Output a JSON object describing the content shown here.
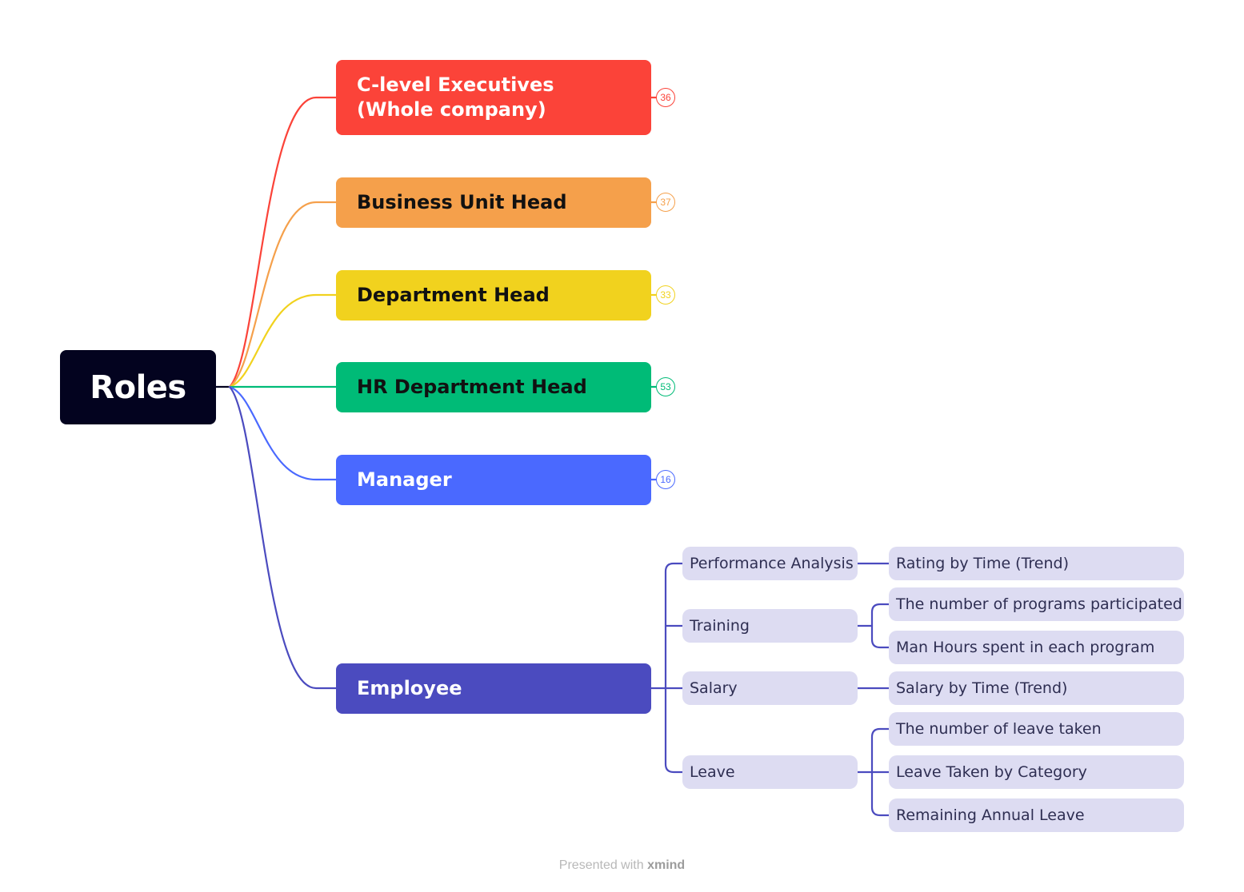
{
  "mindmap": {
    "root": {
      "label": "Roles",
      "color": "#03031f"
    },
    "branches": [
      {
        "label": "C-level Executives (Whole company)",
        "badge": "36",
        "color": "#fb4339",
        "text_color": "#ffffff"
      },
      {
        "label": "Business Unit Head",
        "badge": "37",
        "color": "#f5a04b",
        "text_color": "#111111"
      },
      {
        "label": "Department Head",
        "badge": "33",
        "color": "#f1d21e",
        "text_color": "#111111"
      },
      {
        "label": "HR Department Head",
        "badge": "53",
        "color": "#00bb77",
        "text_color": "#111111"
      },
      {
        "label": "Manager",
        "badge": "16",
        "color": "#4a69ff",
        "text_color": "#ffffff"
      },
      {
        "label": "Employee",
        "color": "#4b4bbf",
        "text_color": "#ffffff"
      }
    ],
    "employee": {
      "node_fill": "#dddcf2",
      "line_color": "#4b4bbf",
      "topics": [
        {
          "label": "Performance Analysis",
          "children": [
            "Rating by Time (Trend)"
          ]
        },
        {
          "label": "Training",
          "children": [
            "The number of programs participated",
            "Man Hours spent in each program"
          ]
        },
        {
          "label": "Salary",
          "children": [
            "Salary by Time (Trend)"
          ]
        },
        {
          "label": "Leave",
          "children": [
            "The number of leave taken",
            "Leave Taken by Category",
            "Remaining Annual Leave"
          ]
        }
      ]
    }
  },
  "footer": {
    "prefix": "Presented with ",
    "brand": "xmind"
  }
}
